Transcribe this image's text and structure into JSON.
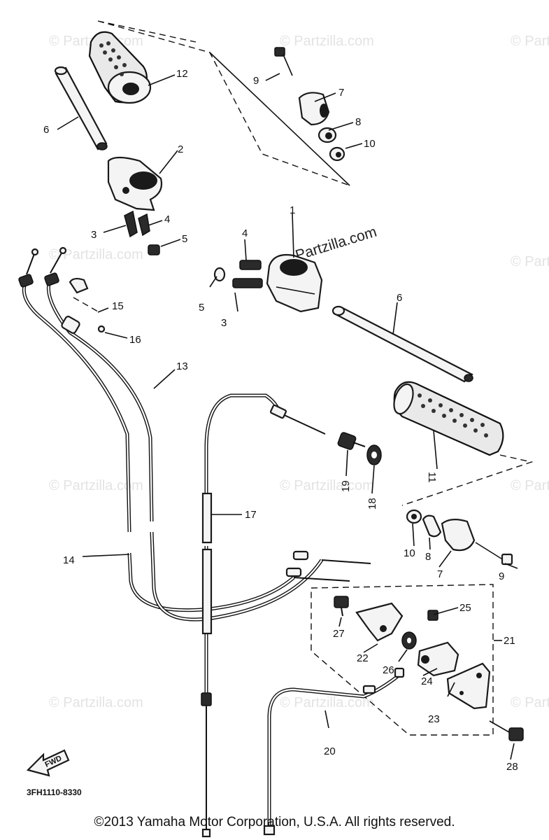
{
  "watermarks": {
    "faint": "© Partzilla.com",
    "center": "Partzilla.com"
  },
  "callouts": {
    "c1": "1",
    "c2": "2",
    "c3a": "3",
    "c3b": "3",
    "c4a": "4",
    "c4b": "4",
    "c5a": "5",
    "c5b": "5",
    "c6a": "6",
    "c6b": "6",
    "c7a": "7",
    "c7b": "7",
    "c8a": "8",
    "c8b": "8",
    "c9a": "9",
    "c9b": "9",
    "c10a": "10",
    "c10b": "10",
    "c11": "11",
    "c12": "12",
    "c13": "13",
    "c14": "14",
    "c15": "15",
    "c16": "16",
    "c17": "17",
    "c18": "18",
    "c19": "19",
    "c20": "20",
    "c21": "21",
    "c22": "22",
    "c23": "23",
    "c24": "24",
    "c25": "25",
    "c26": "26",
    "c27": "27",
    "c28": "28"
  },
  "diagram_code": "3FH1110-8330",
  "fwd_label": "FWD",
  "copyright": "©2013 Yamaha Motor Corporation, U.S.A. All rights reserved."
}
